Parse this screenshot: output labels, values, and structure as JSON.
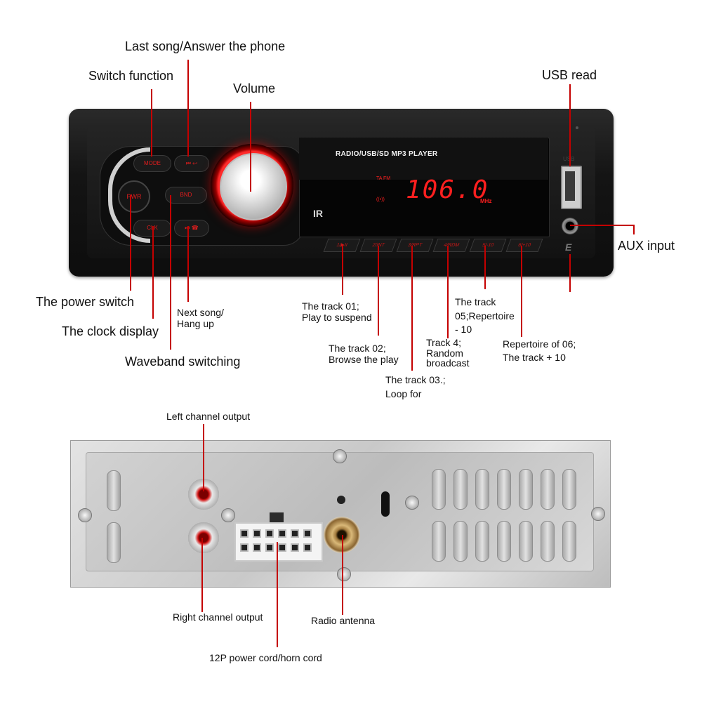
{
  "front_panel": {
    "display_title": "RADIO/USB/SD MP3  PLAYER",
    "frequency": "106.0",
    "unit": "MHz",
    "band_indicator": "TA FM",
    "ir_mark": "IR",
    "usb_port_label": "USB",
    "buttons": {
      "mode": "MODE",
      "prev": "⏮ ↩",
      "pwr": "PWR",
      "bnd": "BND",
      "clk": "CLK",
      "next": "⏭ ☎",
      "presets": [
        "1/▶II",
        "2/INT",
        "3/RPT",
        "4/RDM",
        "5/-10",
        "6/+10"
      ]
    }
  },
  "callouts": {
    "last_song": "Last song/Answer the phone",
    "switch_function": "Switch function",
    "volume": "Volume",
    "usb_read": "USB read",
    "aux_input": "AUX input",
    "power_switch": "The power switch",
    "clock_display": "The clock display",
    "next_song": "Next song/\nHang up",
    "waveband": "Waveband switching",
    "track01": "The track 01;\nPlay to suspend",
    "track02": "The track 02;\nBrowse the play",
    "track03": "The track 03.;\nLoop for",
    "track4": "Track 4;\nRandom\nbroadcast",
    "track05": "The track\n05;Repertoire\n- 10",
    "repertoire06": "Repertoire of 06;\nThe track + 10",
    "left_channel": "Left channel output",
    "right_channel": "Right channel output",
    "radio_antenna": "Radio antenna",
    "power_cord": "12P power cord/horn cord"
  },
  "colors": {
    "leader_line": "#c40000",
    "accent_red": "#ff1f1f",
    "unit_body": "#141414",
    "back_plate": "#cfcfcf"
  }
}
